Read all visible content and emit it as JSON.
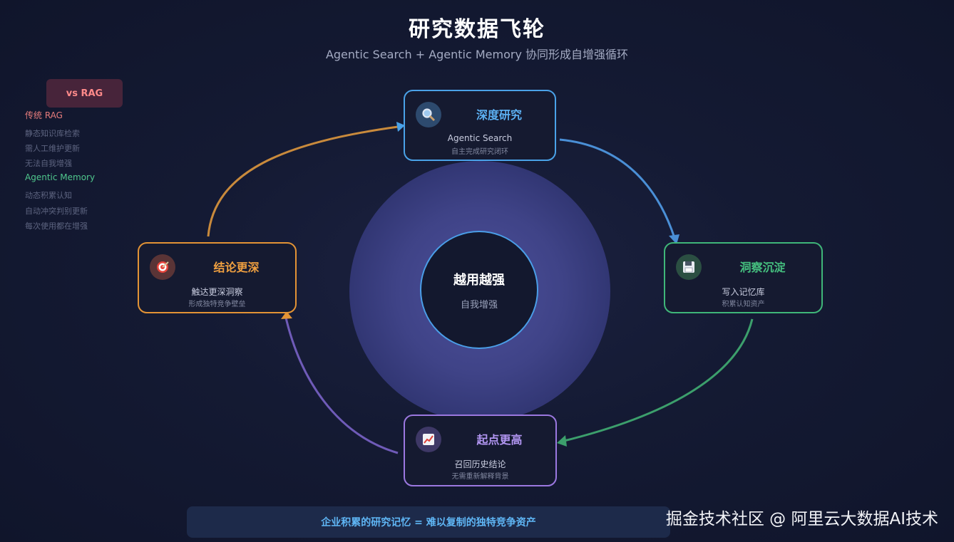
{
  "title": "研究数据飞轮",
  "subtitle": "Agentic Search + Agentic Memory 协同形成自增强循环",
  "legend": {
    "badge": "vs RAG",
    "rag": {
      "heading": "传统 RAG",
      "items": [
        "静态知识库检索",
        "需人工维护更新",
        "无法自我增强"
      ]
    },
    "memory": {
      "heading": "Agentic Memory",
      "items": [
        "动态积累认知",
        "自动冲突判别更新",
        "每次使用都在增强"
      ]
    }
  },
  "center": {
    "title": "越用越强",
    "subtitle": "自我增强"
  },
  "nodes": {
    "research": {
      "icon": "magnifier-icon",
      "title": "深度研究",
      "line1": "Agentic Search",
      "line2": "自主完成研究闭环"
    },
    "insight": {
      "icon": "floppy-disk-icon",
      "title": "洞察沉淀",
      "line1": "写入记忆库",
      "line2": "积累认知资产"
    },
    "start": {
      "icon": "chart-icon",
      "title": "起点更高",
      "line1": "召回历史结论",
      "line2": "无需重新解释背景"
    },
    "conclusion": {
      "icon": "target-icon",
      "title": "结论更深",
      "line1": "触达更深洞察",
      "line2": "形成独特竞争壁垒"
    }
  },
  "bottom_banner": "企业积累的研究记忆 = 难以复制的独特竞争资产",
  "watermark": "掘金技术社区 @ 阿里云大数据AI技术",
  "colors": {
    "research": "#4aa2e8",
    "insight": "#3fb679",
    "start": "#9b78e0",
    "conclusion": "#e39335",
    "rag": "#e67c7c",
    "memory": "#4fc78d"
  }
}
